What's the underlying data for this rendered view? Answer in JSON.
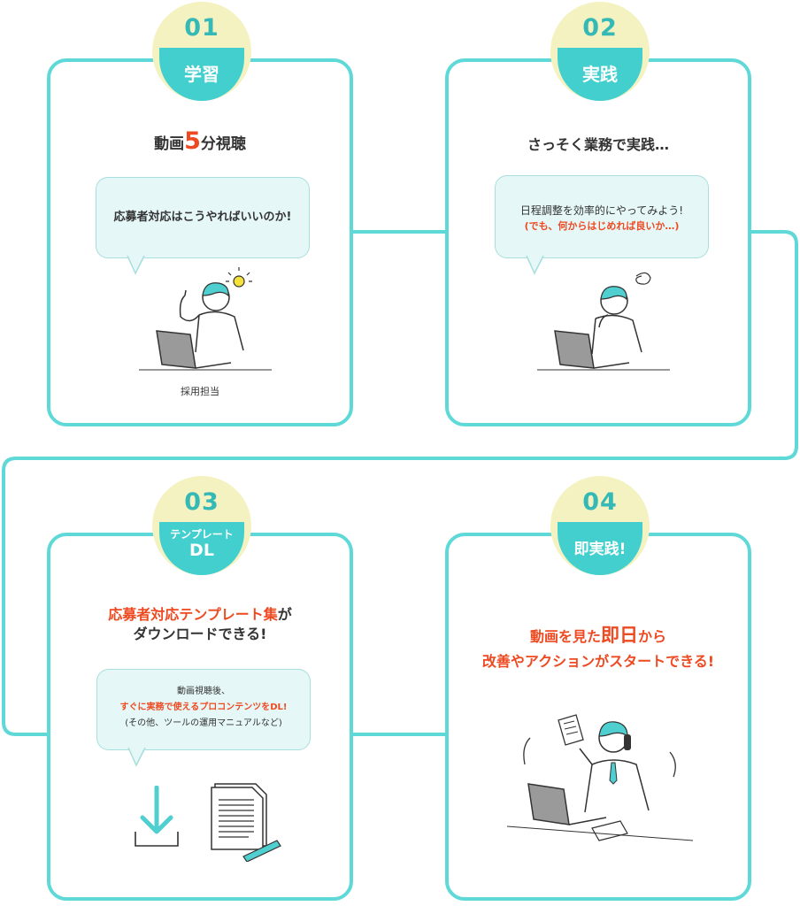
{
  "connector_color": "#5fd8d8",
  "steps": [
    {
      "number": "01",
      "label": "学習",
      "headline_pre": "動画",
      "headline_number": "5",
      "headline_post": "分視聴",
      "bubble_text": "応募者対応はこうやればいいのか!",
      "caption": "採用担当"
    },
    {
      "number": "02",
      "label": "実践",
      "headline": "さっそく業務で実践…",
      "bubble_line1": "日程調整を効率的にやってみよう!",
      "bubble_line2": "(でも、何からはじめれば良いか…)"
    },
    {
      "number": "03",
      "label_line1": "テンプレート",
      "label_line2": "DL",
      "headline_line1": "応募者対応テンプレート集",
      "headline_line1_suffix": "が",
      "headline_line2": "ダウンロードできる!",
      "bubble_line1": "動画視聴後、",
      "bubble_line2": "すぐに実務で使えるプロコンテンツをDL!",
      "bubble_line3": "(その他、ツールの運用マニュアルなど)"
    },
    {
      "number": "04",
      "label": "即実践!",
      "headline_l1_a": "動画を見た",
      "headline_l1_b": "即日",
      "headline_l1_c": "から",
      "headline_line2": "改善やアクションがスタートできる!"
    }
  ],
  "icons": {
    "download": "download-icon",
    "document": "document-pencil-icon"
  }
}
